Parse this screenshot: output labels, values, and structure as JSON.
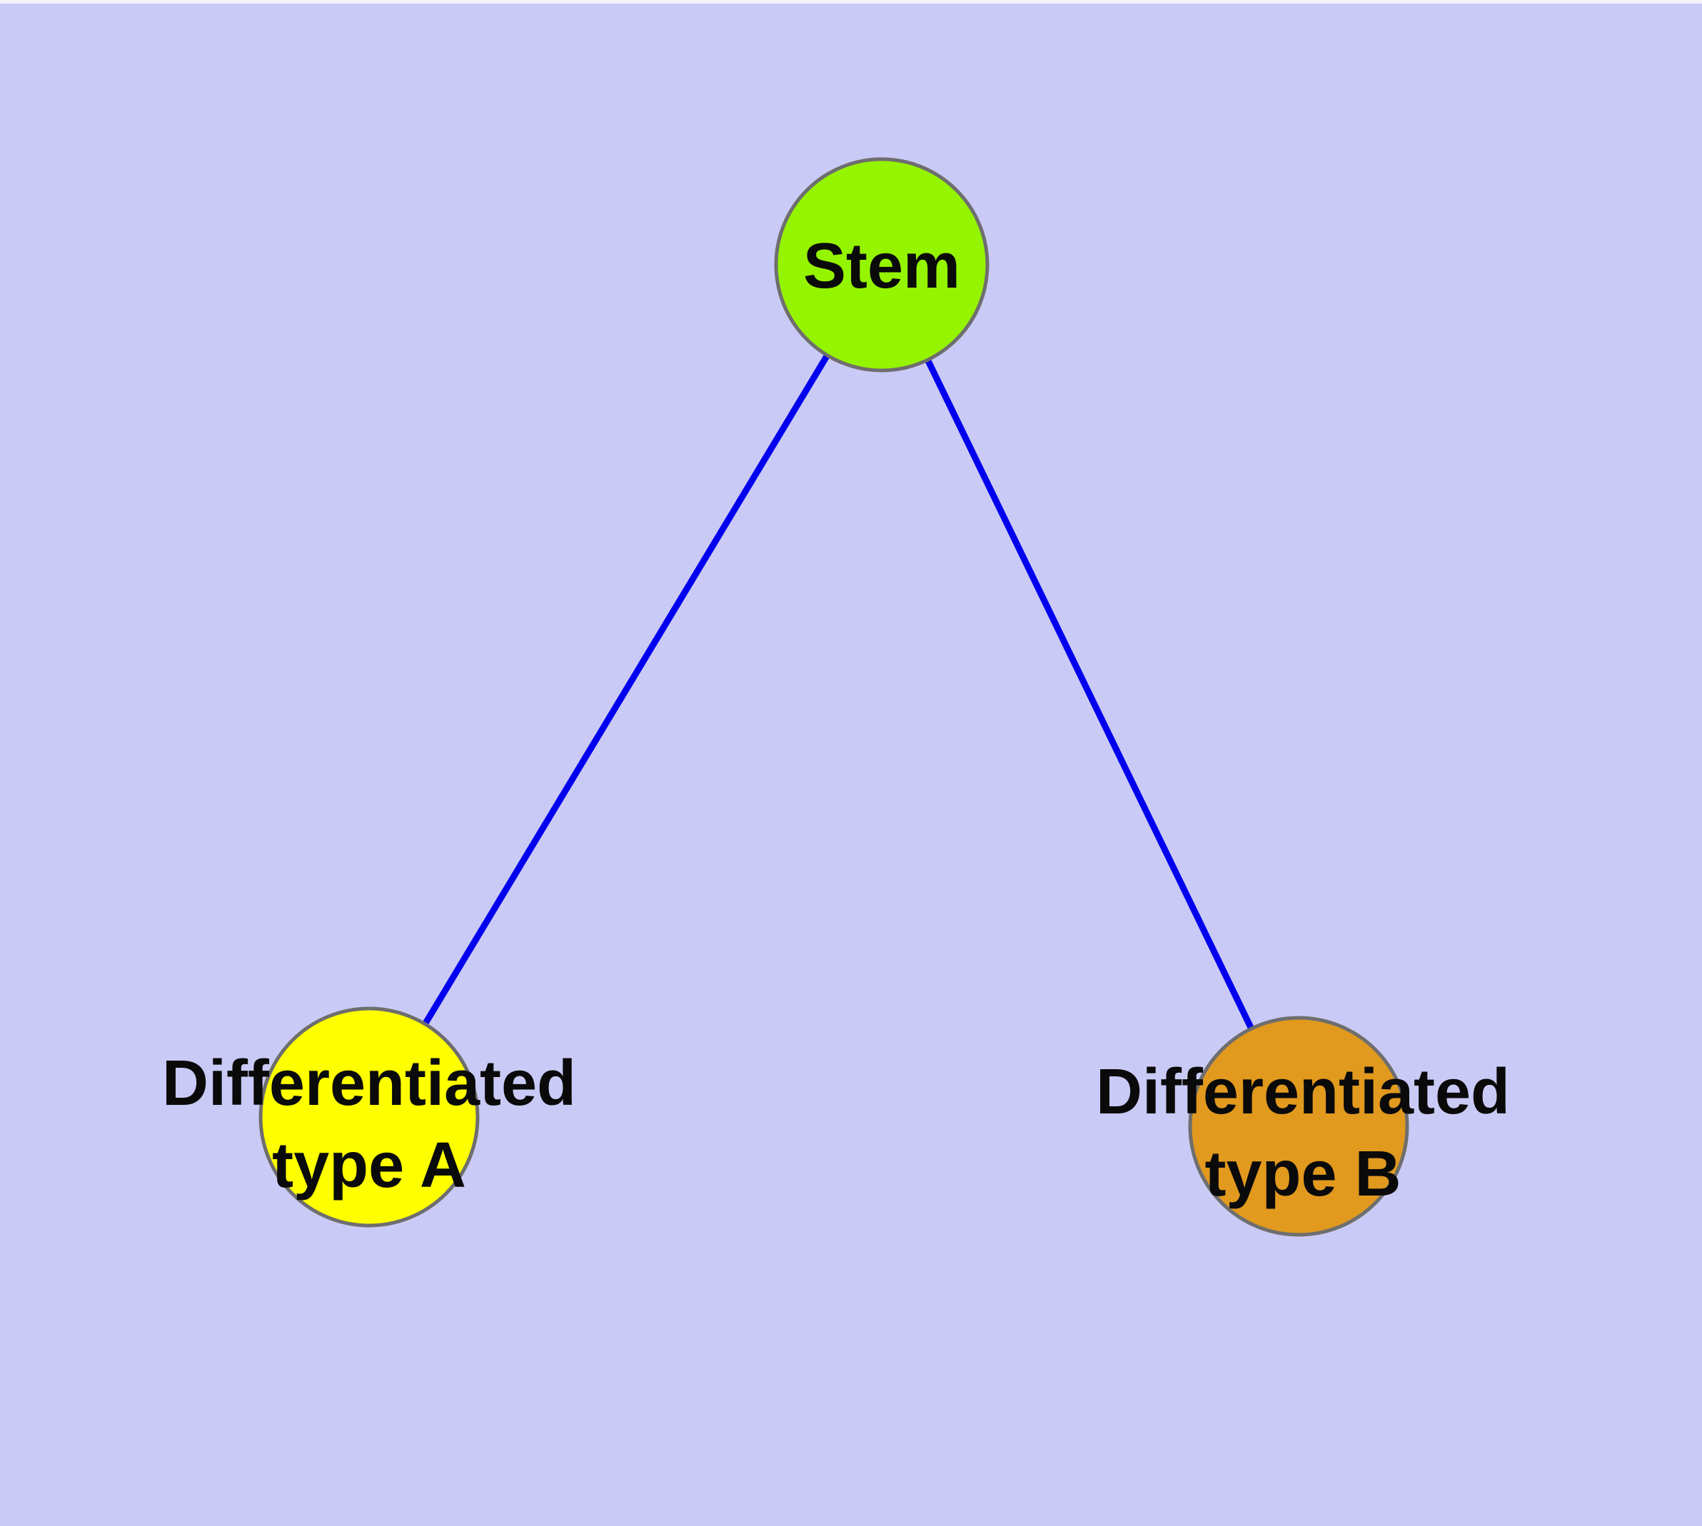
{
  "diagram": {
    "background_color": "#CACAF6",
    "top_margin_color": "#F2F2FB",
    "node_border_color": "#6E6E6E",
    "edge_color": "#0000EE",
    "label_color": "#0A0A0A",
    "nodes": [
      {
        "id": "stem",
        "label": "Stem",
        "fill": "#95F400"
      },
      {
        "id": "differentiated-type-a",
        "label_line1": "Differentiated",
        "label_line2": "type A",
        "fill": "#FFFF00"
      },
      {
        "id": "differentiated-type-b",
        "label_line1": "Differentiated",
        "label_line2": "type B",
        "fill": "#E1991E"
      }
    ],
    "edges": [
      {
        "from": "Stem",
        "to": "Differentiated type A"
      },
      {
        "from": "Stem",
        "to": "Differentiated type B"
      }
    ]
  }
}
